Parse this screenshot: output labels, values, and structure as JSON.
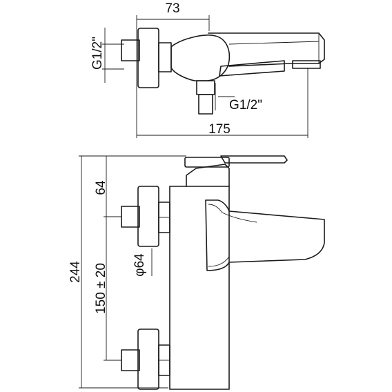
{
  "top_view": {
    "dim_top_width": "73",
    "dim_inlet_thread": "G1/2\"",
    "dim_outlet_thread": "G1/2\"",
    "dim_overall_length": "175"
  },
  "front_view": {
    "dim_total_height": "244",
    "dim_top_offset": "64",
    "dim_centres": "150 ± 20",
    "dim_rosette_diameter": "φ64"
  }
}
